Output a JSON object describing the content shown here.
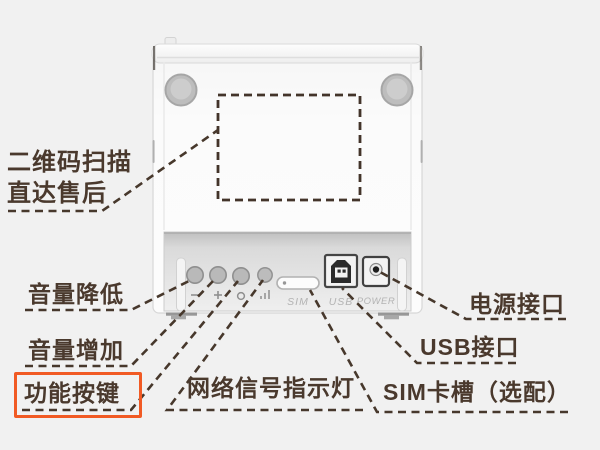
{
  "meta": {
    "description": "Annotated rear-view diagram of a white receipt printer with callout labels",
    "language": "zh-CN"
  },
  "colors": {
    "background": "#f1f1f1",
    "annotation_brown": "#4a392d",
    "highlight_orange": "#f15a24",
    "device_white": "#fafafa",
    "recess_gray": "#d4d4d4",
    "engraving_gray": "#b5b5b5"
  },
  "labels": {
    "qr": {
      "line1": "二维码扫描",
      "line2": "直达售后"
    },
    "volume_down": "音量降低",
    "volume_up": "音量增加",
    "function_button": "功能按键",
    "network_indicator": "网络信号指示灯",
    "sim_slot": "SIM卡槽（选配）",
    "usb_port": "USB接口",
    "power_port": "电源接口"
  },
  "device": {
    "port_labels": {
      "sim": "SIM",
      "usb": "USB",
      "power": "POWER"
    },
    "buttons": [
      {
        "name": "volume-down-button",
        "icon": "minus-icon"
      },
      {
        "name": "volume-up-button",
        "icon": "plus-icon"
      },
      {
        "name": "function-button",
        "icon": "gear-icon"
      },
      {
        "name": "network-signal-led",
        "icon": "signal-icon"
      }
    ],
    "highlighted_label": "功能按键"
  }
}
